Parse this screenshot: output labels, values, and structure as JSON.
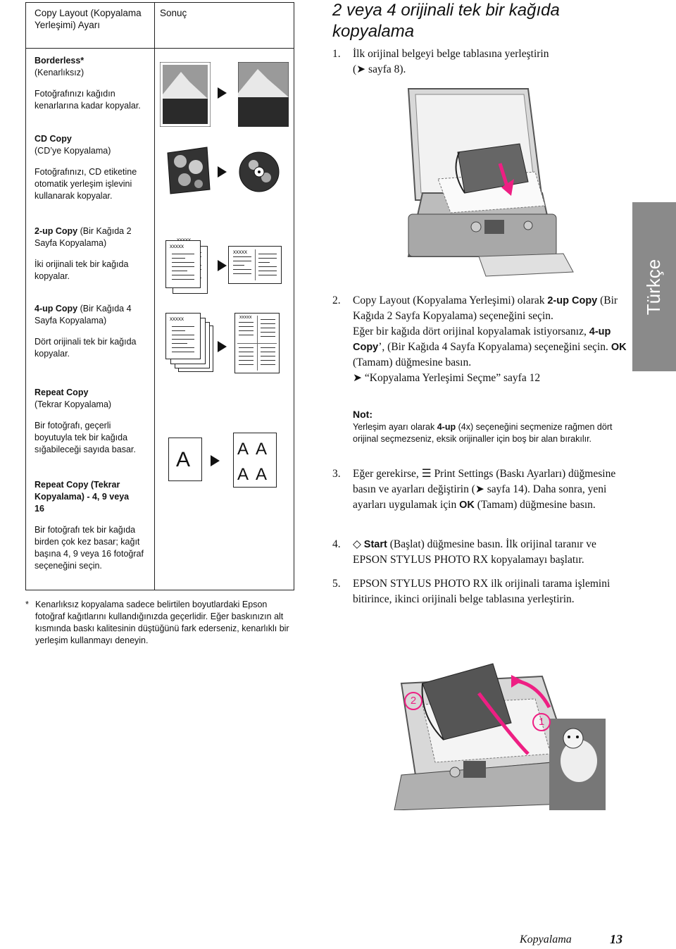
{
  "table": {
    "header_left": "Copy Layout (Kopyalama Yerleşimi) Ayarı",
    "header_right": "Sonuç",
    "rows": [
      {
        "name": "Borderless*",
        "sub": "(Kenarlıksız)",
        "desc": "Fotoğrafınızı kağıdın kenarlarına kadar kopyalar."
      },
      {
        "name": "CD Copy",
        "sub": "(CD’ye Kopyalama)",
        "desc": "Fotoğrafınızı, CD etiketine otomatik yerleşim işlevini kullanarak kopyalar."
      },
      {
        "name": "2-up Copy",
        "name_suffix": " (Bir Kağıda 2 Sayfa Kopyalama)",
        "desc": "İki orijinali tek bir kağıda kopyalar."
      },
      {
        "name": "4-up Copy",
        "name_suffix": " (Bir Kağıda 4 Sayfa Kopyalama)",
        "desc": "Dört orijinali tek bir kağıda kopyalar."
      },
      {
        "name": "Repeat Copy",
        "sub": "(Tekrar Kopyalama)",
        "desc": "Bir fotoğrafı, geçerli boyutuyla tek bir kağıda sığabileceği sayıda basar."
      },
      {
        "name": "Repeat Copy (Tekrar Kopyalama) - 4, 9 veya 16",
        "desc": "Bir fotoğrafı tek bir kağıda birden çok kez basar; kağıt başına 4, 9 veya 16 fotoğraf seçeneğini seçin."
      }
    ],
    "xs_mark": "xxxxx",
    "letter": "A"
  },
  "footnote": {
    "star": "*",
    "text": "Kenarlıksız kopyalama sadece belirtilen boyutlardaki Epson fotoğraf kağıtlarını kullandığınızda geçerlidir. Eğer baskınızın alt kısmında baskı kalitesinin düştüğünü fark ederseniz, kenarlıklı bir yerleşim kullanmayı deneyin."
  },
  "section": {
    "title": "2 veya 4 orijinali tek bir kağıda kopyalama",
    "step1_num": "1.",
    "step1_text": "İlk orijinal belgeyi belge tablasına yerleştirin",
    "step1_ref": "sayfa 8).",
    "step2_num": "2.",
    "step2_a": "Copy Layout (Kopyalama Yerleşimi) olarak ",
    "step2_b": "2-up Copy",
    "step2_c": " (Bir Kağıda 2 Sayfa Kopyalama) seçeneğini seçin.",
    "step2_d": "Eğer bir kağıda dört orijinal kopyalamak istiyorsanız, ",
    "step2_e": "4-up Copy",
    "step2_f": "’, (Bir Kağıda 4 Sayfa Kopyalama) seçeneğini seçin. ",
    "step2_g": "OK",
    "step2_h": " (Tamam) düğmesine basın.",
    "step2_ref": "“Kopyalama Yerleşimi Seçme” sayfa 12",
    "note_title": "Not:",
    "note_a": "Yerleşim ayarı olarak ",
    "note_b": "4-up",
    "note_c": " (4x) seçeneğini seçmenize rağmen dört orijinal seçmezseniz, eksik orijinaller için boş bir alan bırakılır.",
    "step3_num": "3.",
    "step3_a": "Eğer gerekirse, ",
    "step3_b": " Print Settings (Baskı Ayarları) düğmesine basın ve ayarları değiştirin (",
    "step3_c": " sayfa 14). Daha sonra, yeni ayarları uygulamak için ",
    "step3_d": "OK",
    "step3_e": " (Tamam) düğmesine basın.",
    "step4_num": "4.",
    "step4_a": "Start",
    "step4_b": " (Başlat) düğmesine basın. İlk orijinal taranır ve EPSON STYLUS PHOTO RX kopyalamayı başlatır.",
    "step5_num": "5.",
    "step5_text": "EPSON STYLUS PHOTO RX ilk orijinali tarama işlemini bitirince, ikinci orijinali belge tablasına yerleştirin."
  },
  "figure": {
    "callout_1": "1",
    "callout_2": "2"
  },
  "side_tab": "Türkçe",
  "footer": {
    "section": "Kopyalama",
    "page": "13"
  }
}
